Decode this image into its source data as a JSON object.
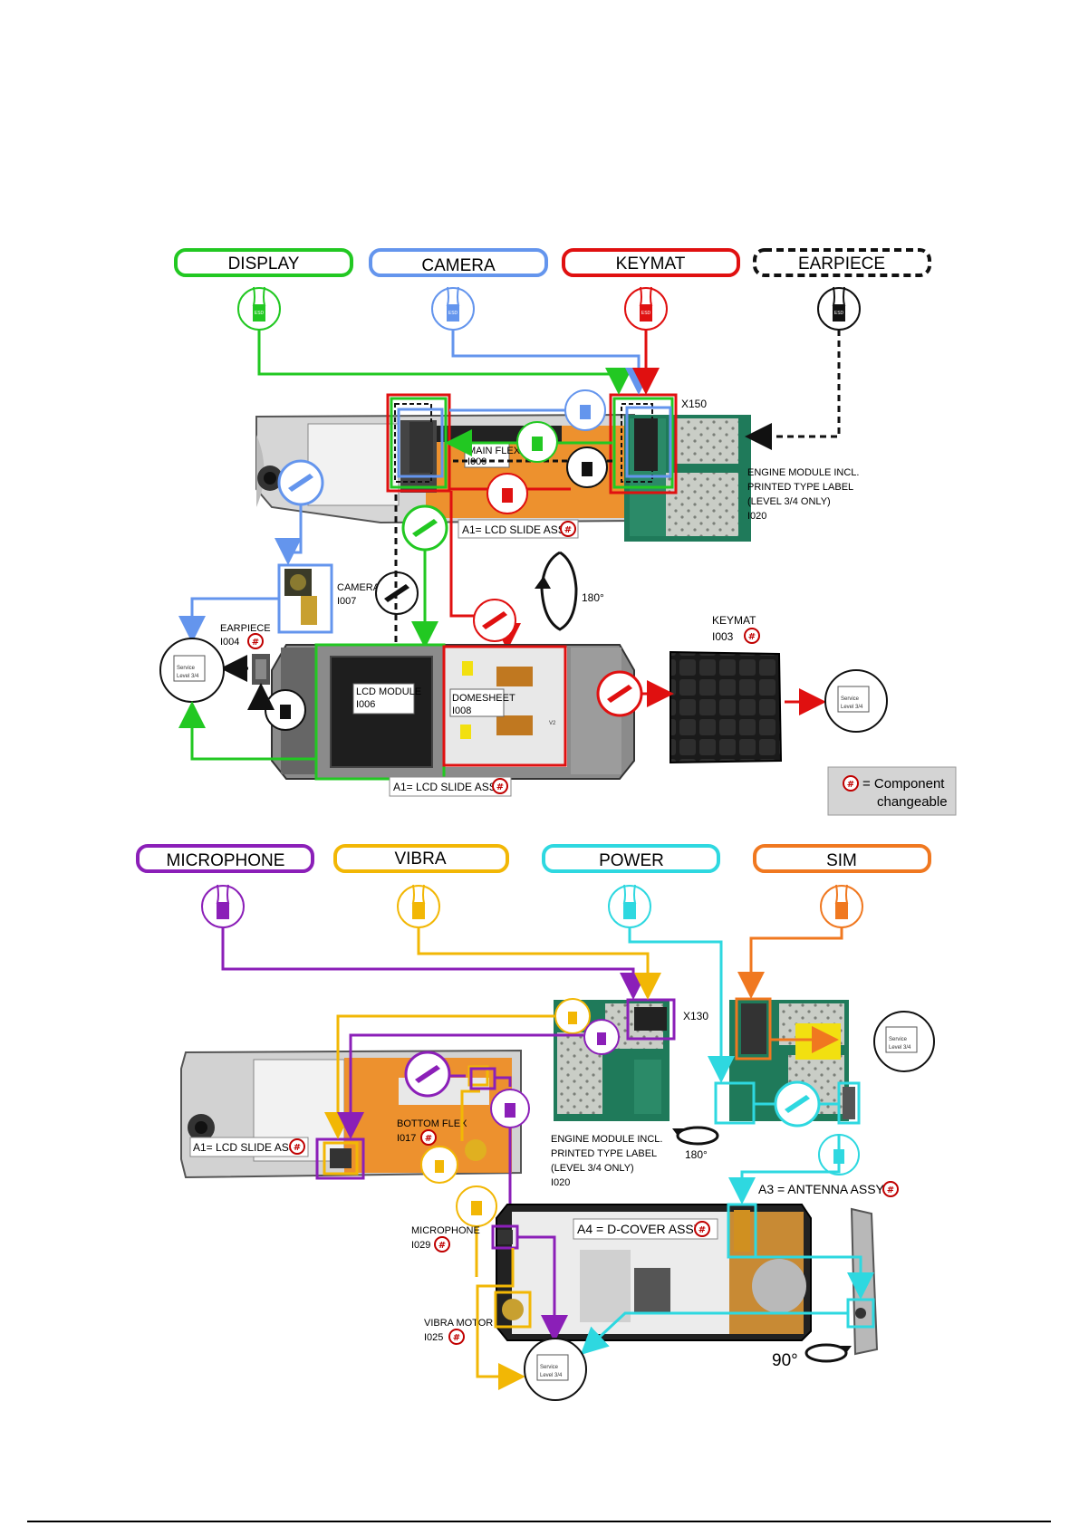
{
  "headers": {
    "display": "DISPLAY",
    "camera": "CAMERA",
    "keymat": "KEYMAT",
    "earpiece": "EARPIECE",
    "microphone": "MICROPHONE",
    "vibra": "VIBRA",
    "power": "POWER",
    "sim": "SIM"
  },
  "colors": {
    "display": "#22c822",
    "camera": "#6495ed",
    "keymat": "#e01010",
    "earpiece": "#111111",
    "microphone": "#8b1fb8",
    "vibra": "#f2b705",
    "power": "#2ed8e0",
    "sim": "#f07820"
  },
  "labels": {
    "x150": "X150",
    "engine_top": [
      "ENGINE MODULE INCL.",
      "PRINTED TYPE LABEL",
      "(LEVEL 3/4 ONLY)",
      "I020"
    ],
    "main_flex": [
      "MAIN FLEX",
      "I009"
    ],
    "lcd_slide_top": "A1= LCD SLIDE ASSY",
    "camera_part": [
      "CAMERA",
      "I007"
    ],
    "rot180_top": "180°",
    "earpiece_part": [
      "EARPIECE",
      "I004"
    ],
    "keymat_part": [
      "KEYMAT",
      "I003"
    ],
    "lcd_module": [
      "LCD MODULE",
      "I006"
    ],
    "domesheet": [
      "DOMESHEET",
      "I008"
    ],
    "lcd_slide_bottom": "A1= LCD SLIDE ASSY",
    "legend_line1": "= Component",
    "legend_line2": "changeable",
    "x130": "X130",
    "lcd_slide_lower": "A1= LCD SLIDE ASSY",
    "bottom_flex": [
      "BOTTOM FLEX",
      "I017"
    ],
    "engine_bottom": [
      "ENGINE MODULE INCL.",
      "PRINTED TYPE LABEL",
      "(LEVEL 3/4 ONLY)",
      "I020"
    ],
    "rot180_bottom": "180°",
    "antenna": "A3 = ANTENNA ASSY",
    "dcover": "A4 = D-COVER ASSY",
    "microphone_part": [
      "MICROPHONE",
      "I029"
    ],
    "vibra_part": [
      "VIBRA MOTOR",
      "I025"
    ],
    "rot90": "90°",
    "service": [
      "Service",
      "Level 3/4"
    ],
    "esd": "ESD",
    "hash": "#",
    "small_v2": "V2"
  }
}
